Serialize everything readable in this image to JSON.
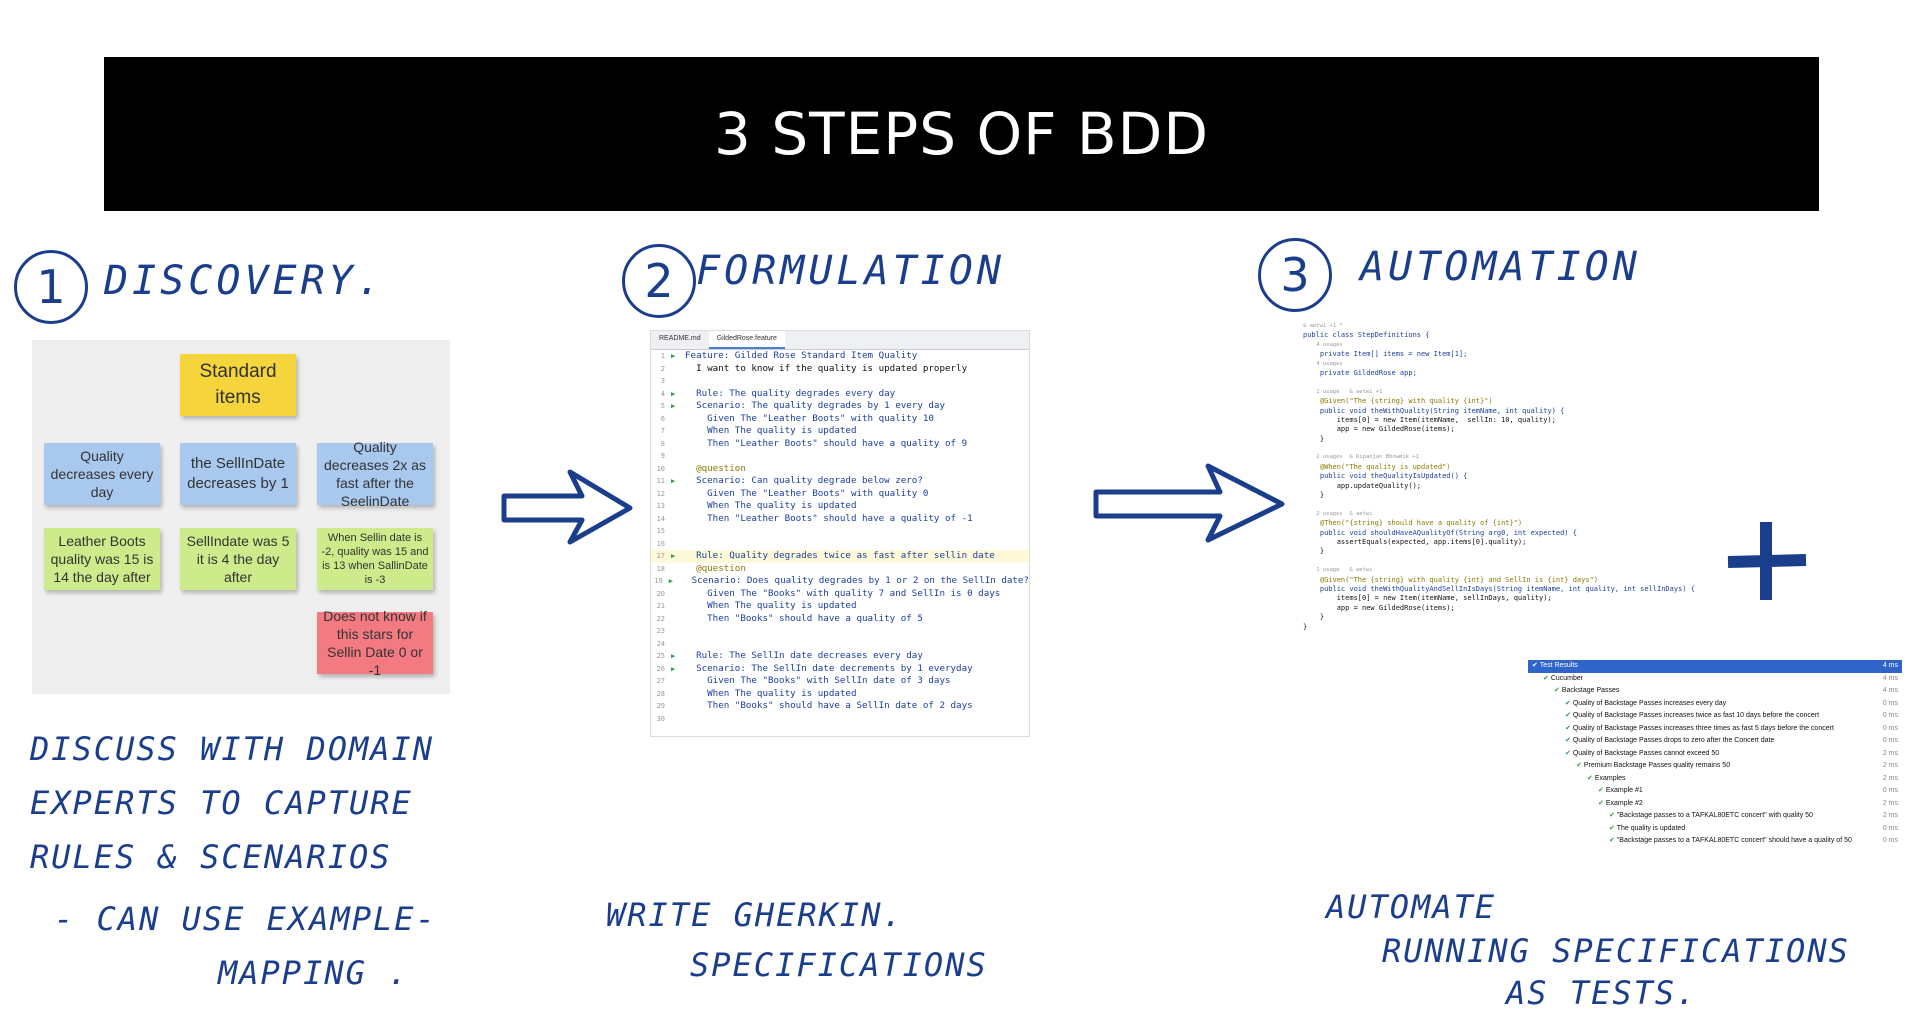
{
  "banner": {
    "title": "3 STEPS OF BDD"
  },
  "steps": [
    {
      "number": "1",
      "title": "DISCOVERY.",
      "description": [
        "DISCUSS WITH DOMAIN",
        "EXPERTS TO CAPTURE",
        "RULES & SCENARIOS",
        "- CAN USE EXAMPLE-",
        "MAPPING ."
      ]
    },
    {
      "number": "2",
      "title": "FORMULATION",
      "description": [
        "WRITE GHERKIN.",
        "SPECIFICATIONS"
      ]
    },
    {
      "number": "3",
      "title": "AUTOMATION",
      "description": [
        "AUTOMATE",
        "RUNNING SPECIFICATIONS",
        "AS TESTS."
      ]
    }
  ],
  "plus_sign": "+",
  "board": {
    "notes": [
      {
        "text": "Standard items",
        "color": "yellow"
      },
      {
        "text": "Quality decreases every day",
        "color": "blue"
      },
      {
        "text": "the SellInDate decreases by 1",
        "color": "blue"
      },
      {
        "text": "Quality decreases 2x as fast after the SeelinDate",
        "color": "blue"
      },
      {
        "text": "Leather Boots quality was 15 is 14 the day after",
        "color": "green"
      },
      {
        "text": "SellIndate was 5 it is 4 the day after",
        "color": "green"
      },
      {
        "text": "When Sellin date is -2, quality was 15 and is 13 when SallinDate is -3",
        "color": "green"
      },
      {
        "text": "Does not know if this stars for Sellin Date 0 or -1",
        "color": "red"
      }
    ]
  },
  "editor": {
    "tabs": [
      "README.md",
      "GildedRose.feature"
    ],
    "lines": [
      "Feature: Gilded Rose Standard Item Quality",
      "  I want to know if the quality is updated properly",
      "",
      "  Rule: The quality degrades every day",
      "  Scenario: The quality degrades by 1 every day",
      "    Given The \"Leather Boots\" with quality 10",
      "    When The quality is updated",
      "    Then \"Leather Boots\" should have a quality of 9",
      "",
      "  @question",
      "  Scenario: Can quality degrade below zero?",
      "    Given The \"Leather Boots\" with quality 0",
      "    When The quality is updated",
      "    Then \"Leather Boots\" should have a quality of -1",
      "",
      "",
      "  Rule: Quality degrades twice as fast after sellin date",
      "  @question",
      "  Scenario: Does quality degrades by 1 or 2 on the SellIn date?",
      "    Given The \"Books\" with quality 7 and SellIn is 0 days",
      "    When The quality is updated",
      "    Then \"Books\" should have a quality of 5",
      "",
      "",
      "  Rule: The SellIn date decreases every day",
      "  Scenario: The SellIn date decrements by 1 everyday",
      "    Given The \"Books\" with SellIn date of 3 days",
      "    When The quality is updated",
      "    Then \"Books\" should have a SellIn date of 2 days",
      ""
    ],
    "line_numbers": [
      "1",
      "2",
      "3",
      "4",
      "5",
      "6",
      "7",
      "8",
      "9",
      "10",
      "11",
      "12",
      "13",
      "14",
      "15",
      "16",
      "17",
      "18",
      "19",
      "20",
      "21",
      "22",
      "23",
      "24",
      "25",
      "26",
      "27",
      "28",
      "29",
      "30"
    ]
  },
  "stepdefs": {
    "lines": [
      "& aetwi +1 *",
      "public class StepDefinitions {",
      "    4 usages",
      "    private Item[] items = new Item[1];",
      "    4 usages",
      "    private GildedRose app;",
      "",
      "    1 usage   & aetwi +1",
      "    @Given(\"The {string} with quality {int}\")",
      "    public void theWithQuality(String itemName, int quality) {",
      "        items[0] = new Item(itemName,  sellIn: 10, quality);",
      "        app = new GildedRose(items);",
      "    }",
      "",
      "    2 usages  & Dipanjan Bhowmik +1",
      "    @When(\"The quality is updated\")",
      "    public void theQualityIsUpdated() {",
      "        app.updateQuality();",
      "    }",
      "",
      "    2 usages  & aetwi",
      "    @Then(\"{string} should have a quality of {int}\")",
      "    public void shouldHaveAQualityOf(String arg0, int expected) {",
      "        assertEquals(expected, app.items[0].quality);",
      "    }",
      "",
      "    1 usage   & aetwi",
      "    @Given(\"The {string} with quality {int} and SellIn is {int} days\")",
      "    public void theWithQualityAndSellInIsDays(String itemName, int quality, int sellInDays) {",
      "        items[0] = new Item(itemName, sellInDays, quality);",
      "        app = new GildedRose(items);",
      "    }",
      "}"
    ]
  },
  "results": {
    "rows": [
      {
        "label": "Test Results",
        "time": "4 ms",
        "indent": 0
      },
      {
        "label": "Cucumber",
        "time": "4 ms",
        "indent": 1
      },
      {
        "label": "Backstage Passes",
        "time": "4 ms",
        "indent": 2
      },
      {
        "label": "Quality of Backstage Passes increases every day",
        "time": "0 ms",
        "indent": 3
      },
      {
        "label": "Quality of Backstage Passes increases twice as fast 10 days before the concert",
        "time": "0 ms",
        "indent": 3
      },
      {
        "label": "Quality of Backstage Passes increases three times as fast 5 days before the concert",
        "time": "0 ms",
        "indent": 3
      },
      {
        "label": "Quality of Backstage Passes drops to zero after the Concert date",
        "time": "0 ms",
        "indent": 3
      },
      {
        "label": "Quality of Backstage Passes cannot exceed 50",
        "time": "2 ms",
        "indent": 3
      },
      {
        "label": "Premium Backstage Passes quality remains 50",
        "time": "2 ms",
        "indent": 4
      },
      {
        "label": "Examples",
        "time": "2 ms",
        "indent": 5
      },
      {
        "label": "Example #1",
        "time": "0 ms",
        "indent": 6
      },
      {
        "label": "Example #2",
        "time": "2 ms",
        "indent": 6
      },
      {
        "label": "\"Backstage passes to a TAFKAL80ETC concert\" with quality 50",
        "time": "2 ms",
        "indent": 7
      },
      {
        "label": "The quality is updated",
        "time": "0 ms",
        "indent": 7
      },
      {
        "label": "\"Backstage passes to a TAFKAL80ETC concert\" should have a quality of 50",
        "time": "0 ms",
        "indent": 7
      }
    ]
  }
}
